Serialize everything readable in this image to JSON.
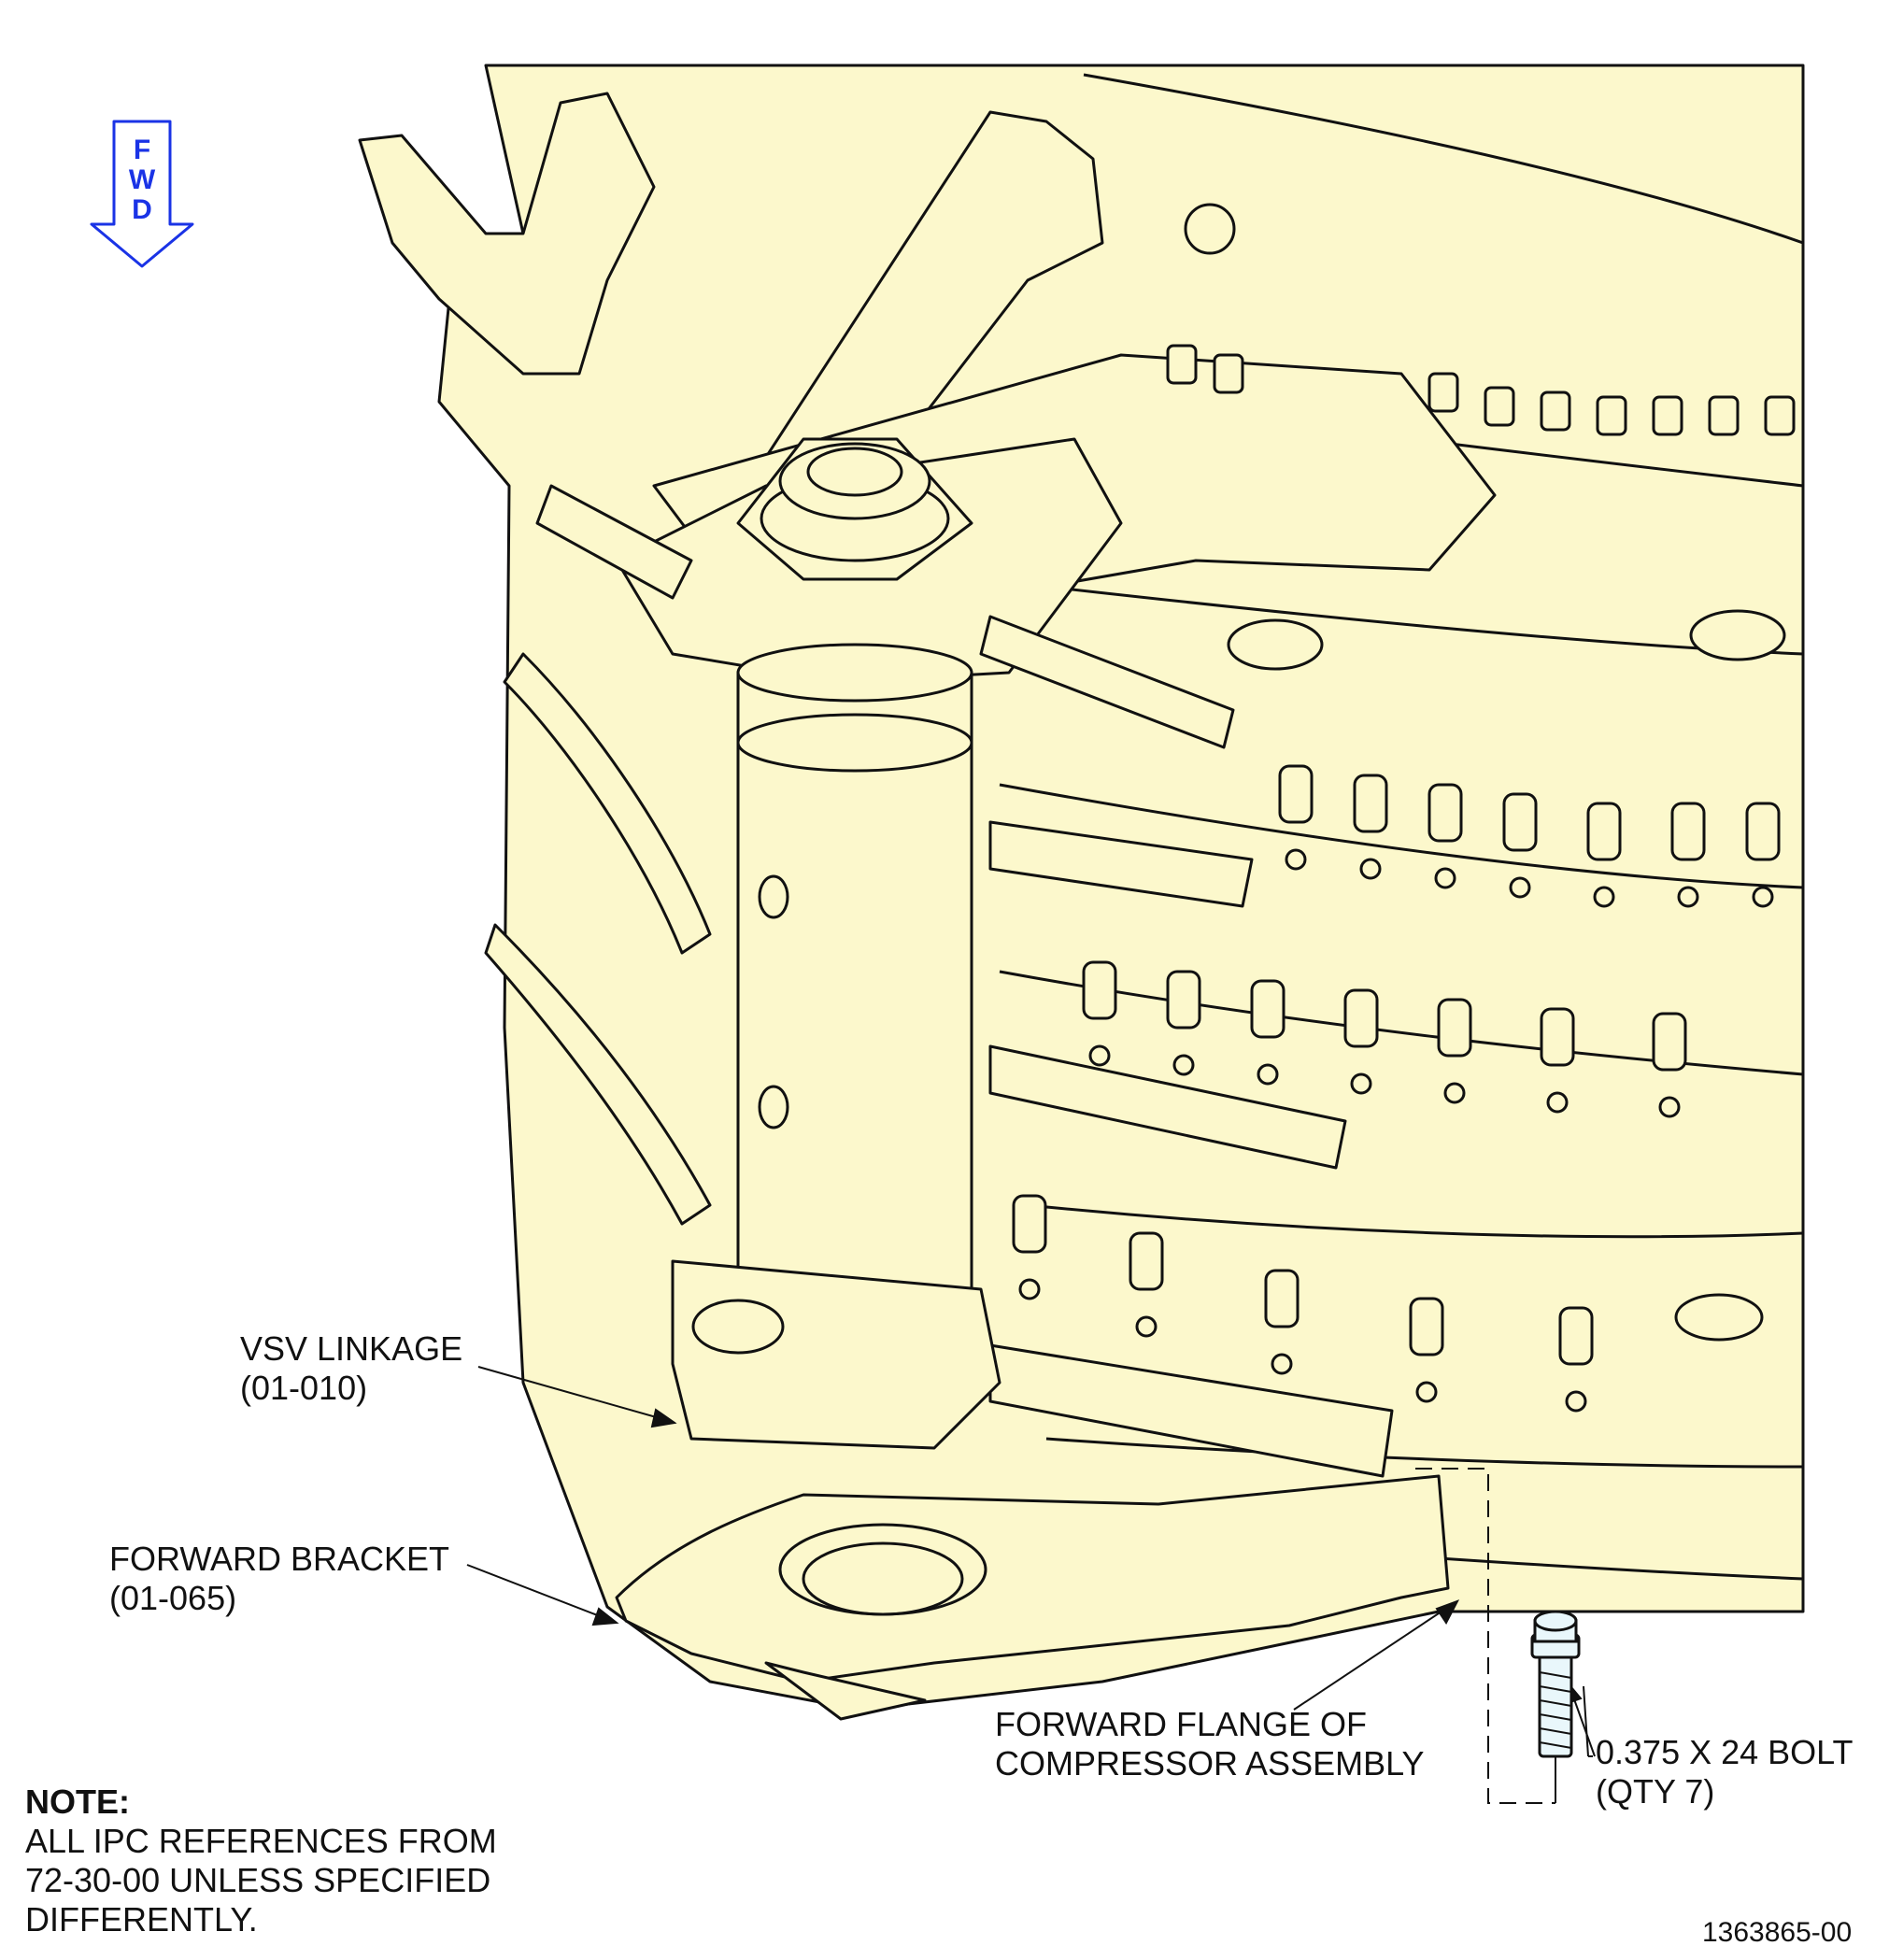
{
  "colors": {
    "fill": "#fcf8cc",
    "line": "#111111",
    "accent": "#1a33e6"
  },
  "icons": {
    "direction_arrow": "fwd-arrow-icon",
    "bolt": "bolt-icon"
  },
  "fwd_indicator": {
    "letters": [
      "F",
      "W",
      "D"
    ]
  },
  "callouts": {
    "vsv_linkage": {
      "line1": "VSV LINKAGE",
      "line2": "(01-010)"
    },
    "forward_bracket": {
      "line1": "FORWARD BRACKET",
      "line2": "(01-065)"
    },
    "forward_flange": {
      "line1": "FORWARD FLANGE OF",
      "line2": "COMPRESSOR ASSEMBLY"
    },
    "bolt": {
      "line1": "0.375 X 24 BOLT",
      "line2": "(QTY 7)"
    }
  },
  "note": {
    "title": "NOTE:",
    "lines": [
      "ALL IPC REFERENCES FROM",
      "72-30-00 UNLESS SPECIFIED",
      "DIFFERENTLY."
    ]
  },
  "drawing_number": "1363865-00"
}
